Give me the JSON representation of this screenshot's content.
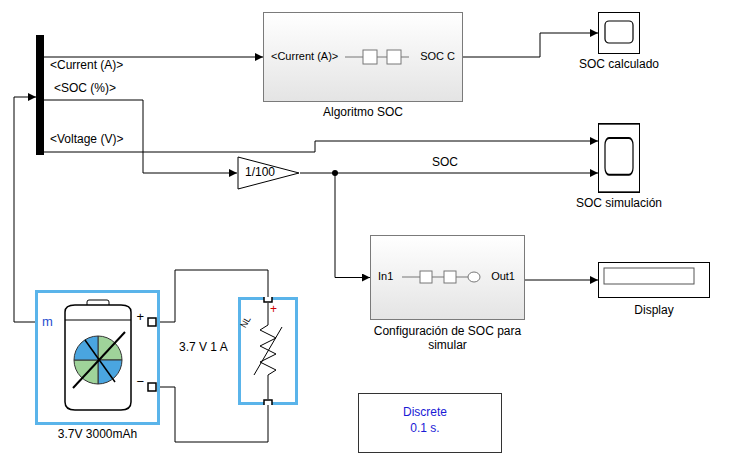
{
  "diagram": {
    "nodes": [
      {
        "text": [
          "<Current (A)>",
          "<SOC (%)>",
          "<Voltage (V)>"
        ]
      },
      {
        "text": [
          "<Current (A)>",
          "SOC C",
          "Algoritmo SOC"
        ]
      },
      {
        "text": [
          "SOC calculado"
        ]
      },
      {
        "text": [
          "SOC simulación"
        ]
      },
      {
        "text": [
          "1/100"
        ]
      },
      {
        "text": [
          "In1",
          "Out1",
          "Configuración de SOC para simular"
        ]
      },
      {
        "text": [
          "Display"
        ]
      },
      {
        "text": [
          "m",
          "+",
          "−",
          "3.7V 3000mAh"
        ]
      },
      {
        "text": [
          "+",
          "NL",
          "3.7 V 1 A"
        ]
      },
      {
        "text": [
          "Discrete",
          "0.1 s."
        ]
      }
    ],
    "edges": [
      {
        "from": 0,
        "to": 1,
        "arrow": "to"
      },
      {
        "from": 0,
        "to": 3,
        "arrow": "to"
      },
      {
        "from": 0,
        "to": 4,
        "arrow": "to"
      },
      {
        "from": 4,
        "to": 3,
        "label": "SOC",
        "arrow": "to"
      },
      {
        "from": 4,
        "to": 5,
        "arrow": "to"
      },
      {
        "from": 1,
        "to": 2,
        "arrow": "to"
      },
      {
        "from": 5,
        "to": 6,
        "arrow": "to"
      },
      {
        "from": 7,
        "to": 0,
        "arrow": "to"
      },
      {
        "from": 7,
        "to": 8,
        "arrow": "none"
      },
      {
        "from": 7,
        "to": 8,
        "arrow": "none"
      }
    ]
  }
}
